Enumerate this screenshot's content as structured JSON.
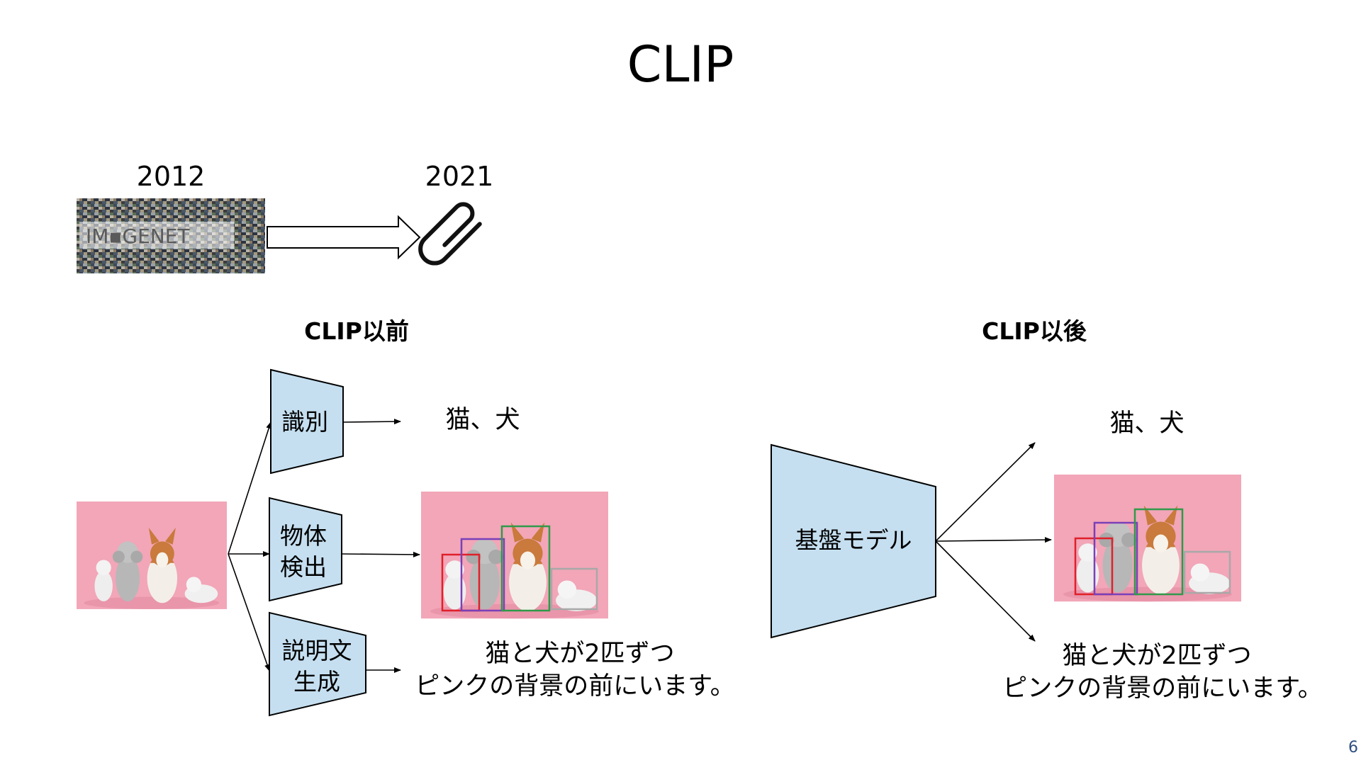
{
  "slide": {
    "title": "CLIP",
    "page_number": "6"
  },
  "timeline": {
    "year_start": "2012",
    "year_end": "2021",
    "logo_start_text": "IM▪GENET",
    "logo_end_icon": "paperclip-icon"
  },
  "before": {
    "heading": "CLIP以前",
    "boxes": [
      {
        "lines": [
          "識別"
        ]
      },
      {
        "lines": [
          "物体",
          "検出"
        ]
      },
      {
        "lines": [
          "説明文",
          "生成"
        ]
      }
    ],
    "outputs": {
      "classification": "猫、犬",
      "caption_line1": "猫と犬が2匹ずつ",
      "caption_line2": "ピンクの背景の前にいます。"
    }
  },
  "after": {
    "heading": "CLIP以後",
    "model_label": "基盤モデル",
    "outputs": {
      "classification": "猫、犬",
      "caption_line1": "猫と犬が2匹ずつ",
      "caption_line2": "ピンクの背景の前にいます。"
    }
  },
  "colors": {
    "box_fill": "#c5dff0",
    "photo_background": "#f2a6b8",
    "bbox_red": "#e0202a",
    "bbox_purple": "#7a40b8",
    "bbox_green": "#2f9a4a",
    "bbox_gray": "#a8a8a8"
  }
}
